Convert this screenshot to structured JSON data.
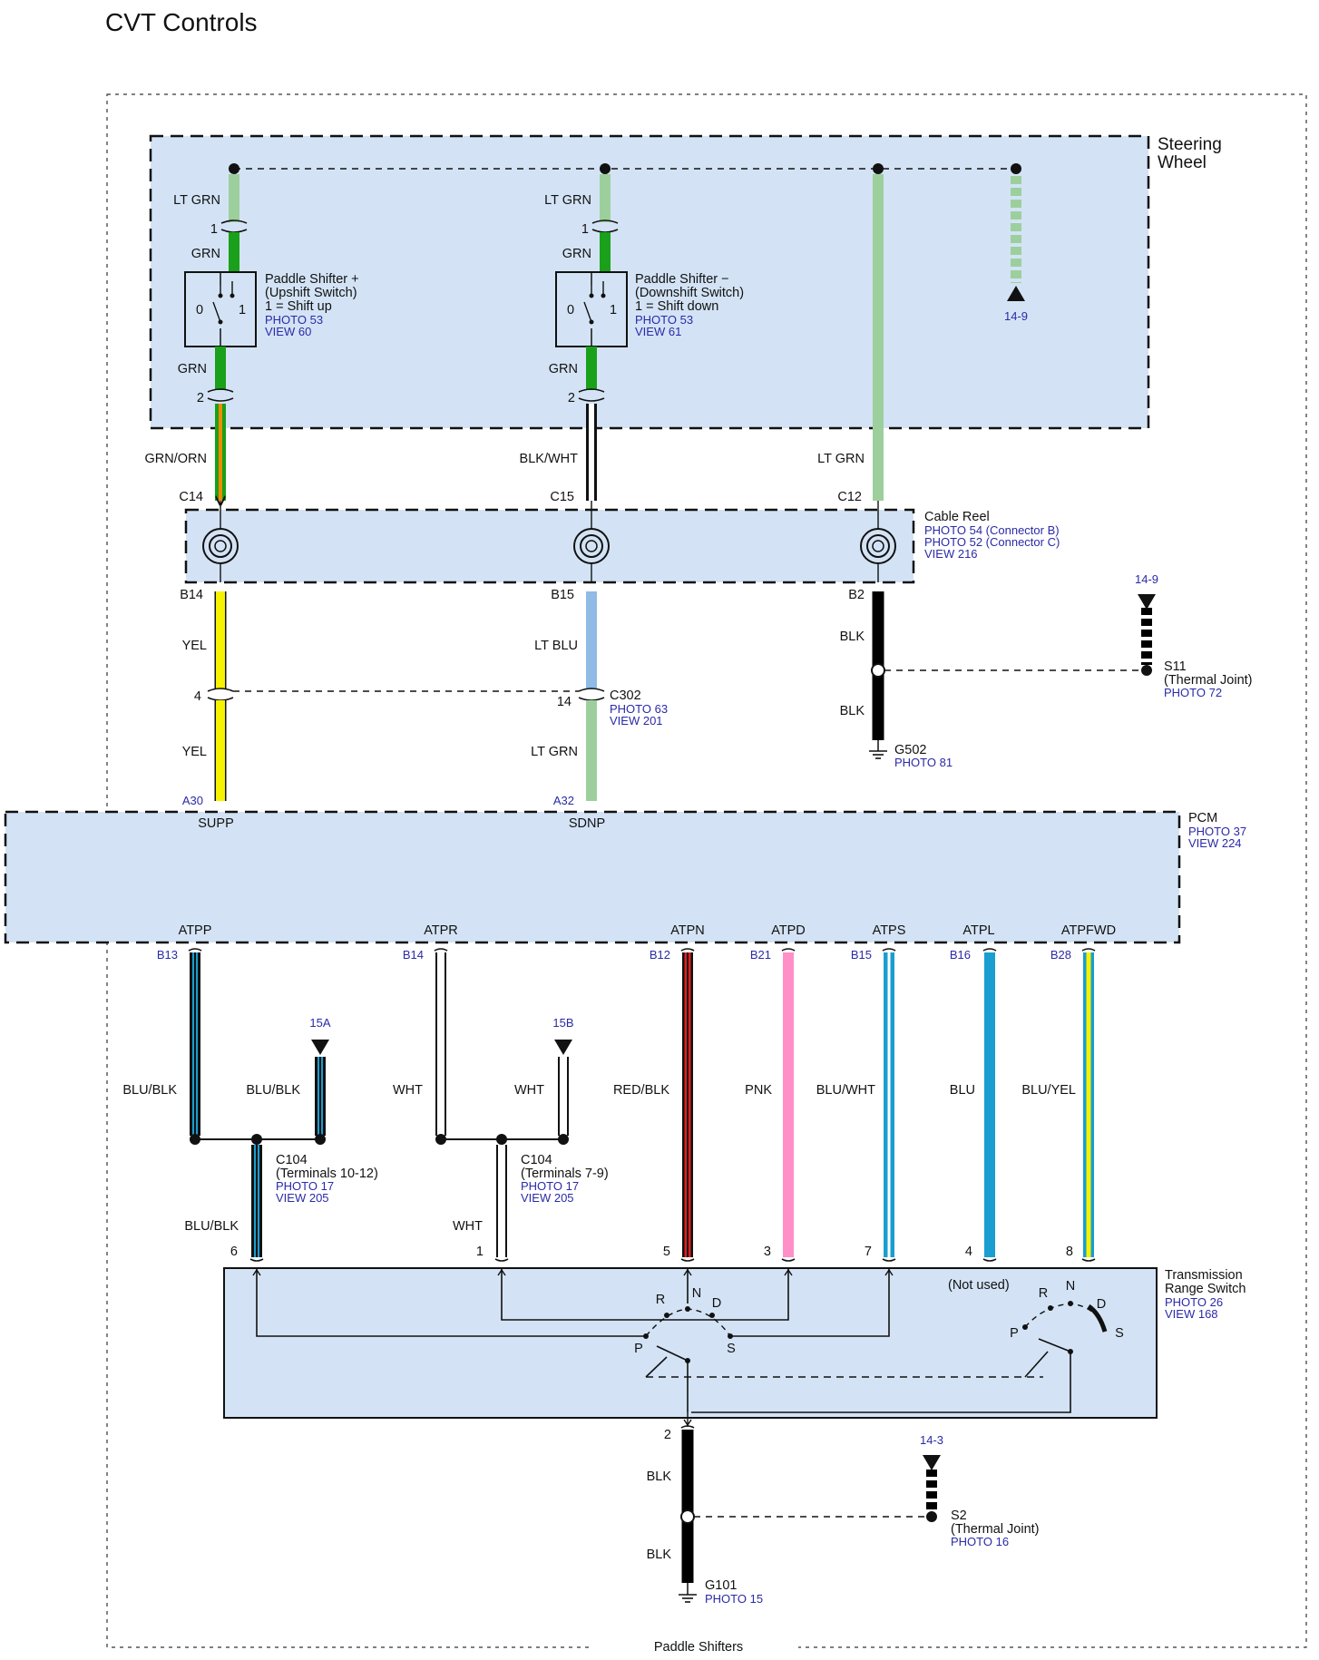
{
  "title": "CVT Controls",
  "footer": "Paddle Shifters",
  "colors": {
    "box_fill": "#d3e3f5",
    "ref_blue": "#2a2aa8",
    "grn": "#1aa01a",
    "ltgrn": "#9dcf9d",
    "yel": "#f6f200",
    "ltblu": "#8fbbe6",
    "blu": "#1a9dd0",
    "pnk": "#ff8fc6",
    "red": "#e02020",
    "blk": "#000000",
    "orn": "#f08a00"
  },
  "steering": {
    "label": [
      "Steering",
      "Wheel"
    ],
    "up_wire_top": "LT GRN",
    "up_pin1": "1",
    "up_grn1": "GRN",
    "up_grn2": "GRN",
    "up_pin2": "2",
    "dn_wire_top": "LT GRN",
    "dn_pin1": "1",
    "dn_grn1": "GRN",
    "dn_grn2": "GRN",
    "dn_pin2": "2",
    "upshift": {
      "lines": [
        "Paddle Shifter +",
        "(Upshift Switch)",
        "1 = Shift up"
      ],
      "refs": [
        "PHOTO 53",
        "VIEW 60"
      ],
      "pos0": "0",
      "pos1": "1"
    },
    "downshift": {
      "lines": [
        "Paddle Shifter −",
        "(Downshift Switch)",
        "1 = Shift down"
      ],
      "refs": [
        "PHOTO 53",
        "VIEW 61"
      ],
      "pos0": "0",
      "pos1": "1"
    },
    "ref": "14-9"
  },
  "mid_wires": {
    "w1": "GRN/ORN",
    "w2": "BLK/WHT",
    "w3": "LT GRN"
  },
  "cable_reel": {
    "label": "Cable Reel",
    "refs": [
      "PHOTO 54 (Connector B)",
      "PHOTO 52 (Connector C)",
      "VIEW 216"
    ],
    "top_pins": [
      "C14",
      "C15",
      "C12"
    ],
    "bottom_pins": [
      "B14",
      "B15",
      "B2"
    ]
  },
  "below_reel": {
    "yel1": "YEL",
    "ltblu": "LT BLU",
    "blk1": "BLK",
    "pin4": "4",
    "pin14": "14",
    "c302": {
      "label": "C302",
      "refs": [
        "PHOTO 63",
        "VIEW 201"
      ]
    },
    "yel2": "YEL",
    "ltgrn": "LT GRN",
    "blk2": "BLK",
    "s11": {
      "ref": "14-9",
      "lines": [
        "S11",
        "(Thermal Joint)"
      ],
      "photo": "PHOTO 72"
    },
    "g502": {
      "label": "G502",
      "photo": "PHOTO 81"
    },
    "a30": "A30",
    "a32": "A32"
  },
  "pcm": {
    "label": "PCM",
    "refs": [
      "PHOTO 37",
      "VIEW 224"
    ],
    "top_signals": [
      "SUPP",
      "SDNP"
    ],
    "bottom_signals": [
      "ATPP",
      "ATPR",
      "ATPN",
      "ATPD",
      "ATPS",
      "ATPL",
      "ATPFWD"
    ],
    "bottom_pins": [
      "B13",
      "B14",
      "B12",
      "B21",
      "B15",
      "B16",
      "B28"
    ]
  },
  "lower_wires": {
    "labels": [
      "BLU/BLK",
      "BLU/BLK",
      "WHT",
      "WHT",
      "RED/BLK",
      "PNK",
      "BLU/WHT",
      "BLU",
      "BLU/YEL"
    ],
    "ref15a": "15A",
    "ref15b": "15B",
    "c104a": {
      "lines": [
        "C104",
        "(Terminals 10-12)"
      ],
      "refs": [
        "PHOTO 17",
        "VIEW 205"
      ]
    },
    "c104b": {
      "lines": [
        "C104",
        "(Terminals 7-9)"
      ],
      "refs": [
        "PHOTO 17",
        "VIEW 205"
      ]
    },
    "blublk_low": "BLU/BLK",
    "wht_low": "WHT",
    "trs_pins": [
      "6",
      "1",
      "5",
      "3",
      "7",
      "4",
      "8"
    ]
  },
  "trs": {
    "label": [
      "Transmission",
      "Range Switch"
    ],
    "refs": [
      "PHOTO 26",
      "VIEW 168"
    ],
    "not_used": "(Not used)",
    "positions_a": [
      "R",
      "N",
      "D",
      "P",
      "S"
    ],
    "positions_b": [
      "R",
      "N",
      "D",
      "P",
      "S"
    ]
  },
  "ground_bottom": {
    "pin": "2",
    "blk1": "BLK",
    "blk2": "BLK",
    "s2": {
      "ref": "14-3",
      "lines": [
        "S2",
        "(Thermal Joint)"
      ],
      "photo": "PHOTO 16"
    },
    "g101": {
      "label": "G101",
      "photo": "PHOTO 15"
    }
  }
}
